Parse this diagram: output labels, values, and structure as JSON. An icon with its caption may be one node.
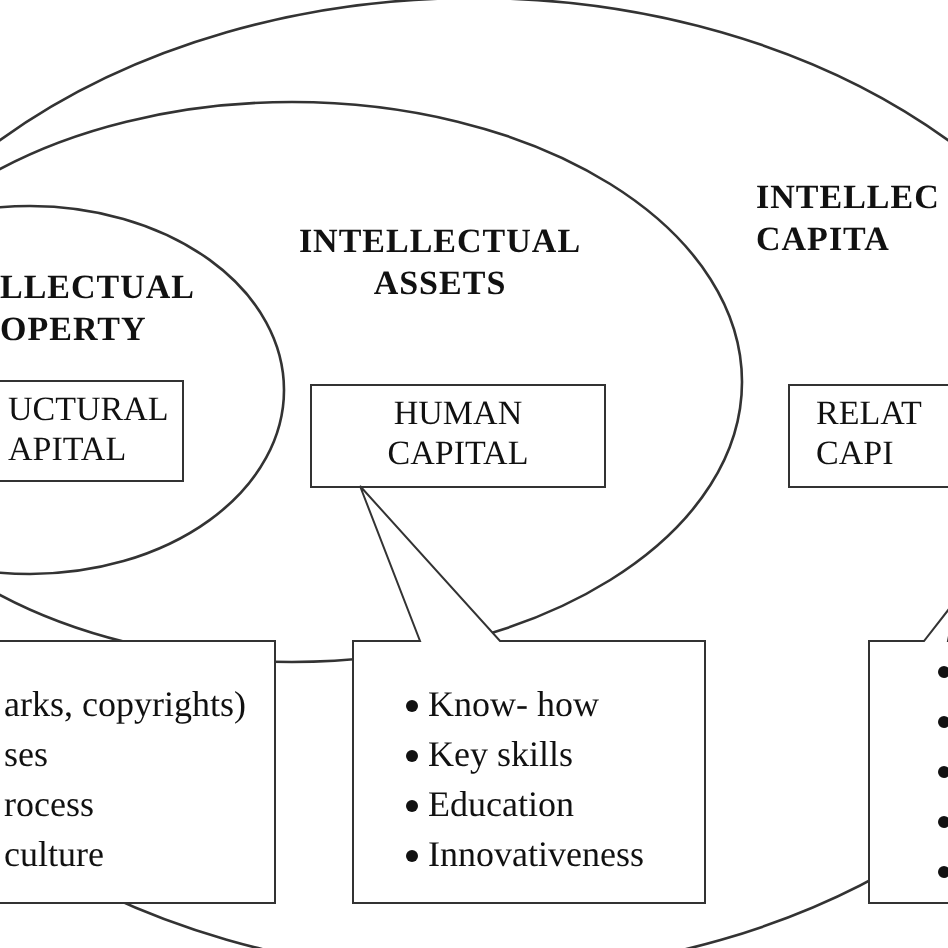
{
  "diagram": {
    "nodes": [
      {
        "text": [
          "INTELLEC CAPITA"
        ]
      },
      {
        "text": [
          "INTELLECTUAL ASSETS"
        ],
        "in": 0
      },
      {
        "text": [
          "LLECTUAL OPERTY"
        ],
        "in": 1
      },
      {
        "text": [
          "UCTURAL APITAL"
        ],
        "in": 2
      },
      {
        "text": [
          "HUMAN CAPITAL"
        ],
        "in": 1
      },
      {
        "text": [
          "RELAT CAPI"
        ],
        "in": 0
      },
      {
        "text": [
          "arks, copyrights)",
          "ses",
          "rocess",
          "culture"
        ],
        "in": 0
      },
      {
        "text": [
          "Know- how",
          "Key skills",
          "Education",
          "Innovativeness"
        ],
        "in": 0
      },
      {
        "text": [],
        "shape": "box",
        "in": 0
      }
    ]
  }
}
